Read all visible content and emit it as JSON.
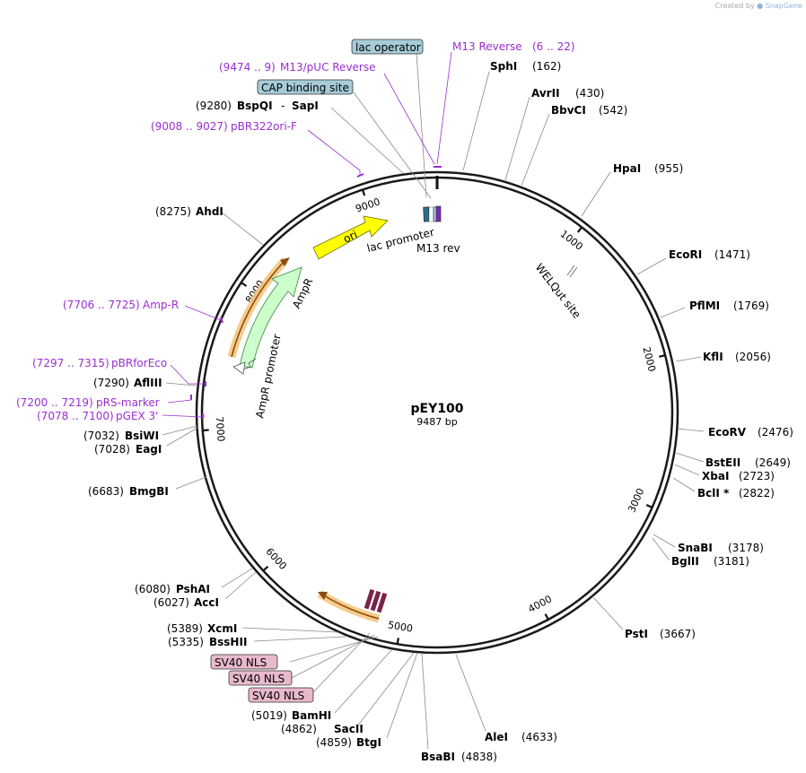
{
  "credit": {
    "prefix": "Created by",
    "brand": "SnapGene"
  },
  "plasmid": {
    "name": "pEY100",
    "size_label": "9487 bp",
    "length": 9487
  },
  "ticks": [
    1000,
    2000,
    3000,
    4000,
    5000,
    6000,
    7000,
    8000,
    9000
  ],
  "enzymes": [
    {
      "name": "SphI",
      "pos": "(162)",
      "bp": 162
    },
    {
      "name": "AvrII",
      "pos": "(430)",
      "bp": 430
    },
    {
      "name": "BbvCI",
      "pos": "(542)",
      "bp": 542
    },
    {
      "name": "HpaI",
      "pos": "(955)",
      "bp": 955
    },
    {
      "name": "EcoRI",
      "pos": "(1471)",
      "bp": 1471
    },
    {
      "name": "PflMI",
      "pos": "(1769)",
      "bp": 1769
    },
    {
      "name": "KflI",
      "pos": "(2056)",
      "bp": 2056
    },
    {
      "name": "EcoRV",
      "pos": "(2476)",
      "bp": 2476
    },
    {
      "name": "BstEII",
      "pos": "(2649)",
      "bp": 2649
    },
    {
      "name": "XbaI",
      "pos": "(2723)",
      "bp": 2723
    },
    {
      "name": "BclI *",
      "pos": "(2822)",
      "bp": 2822
    },
    {
      "name": "SnaBI",
      "pos": "(3178)",
      "bp": 3178
    },
    {
      "name": "BglII",
      "pos": "(3181)",
      "bp": 3181
    },
    {
      "name": "PstI",
      "pos": "(3667)",
      "bp": 3667
    },
    {
      "name": "AleI",
      "pos": "(4633)",
      "bp": 4633
    },
    {
      "name": "BsaBI",
      "pos": "(4838)",
      "bp": 4838
    },
    {
      "name": "BtgI",
      "pos": "(4859)",
      "bp": 4859
    },
    {
      "name": "SacII",
      "pos": "(4862)",
      "bp": 4862
    },
    {
      "name": "BamHI",
      "pos": "(5019)",
      "bp": 5019
    },
    {
      "name": "BssHII",
      "pos": "(5335)",
      "bp": 5335
    },
    {
      "name": "XcmI",
      "pos": "(5389)",
      "bp": 5389
    },
    {
      "name": "AccI",
      "pos": "(6027)",
      "bp": 6027
    },
    {
      "name": "PshAI",
      "pos": "(6080)",
      "bp": 6080
    },
    {
      "name": "BmgBI",
      "pos": "(6683)",
      "bp": 6683
    },
    {
      "name": "EagI",
      "pos": "(7028)",
      "bp": 7028
    },
    {
      "name": "BsiWI",
      "pos": "(7032)",
      "bp": 7032
    },
    {
      "name": "AflIII",
      "pos": "(7290)",
      "bp": 7290
    },
    {
      "name": "AhdI",
      "pos": "(8275)",
      "bp": 8275
    },
    {
      "name": "BspQI",
      "sep": "-",
      "name2": "SapI",
      "pos": "(9280)",
      "bp": 9280
    }
  ],
  "primers": [
    {
      "name": "M13 Reverse",
      "range": "(6 .. 22)"
    },
    {
      "name": "M13/pUC Reverse",
      "range": "(9474 .. 9)"
    },
    {
      "name": "pBR322ori-F",
      "range": "(9008 .. 9027)"
    },
    {
      "name": "Amp-R",
      "range": "(7706 .. 7725)"
    },
    {
      "name": "pBRforEco",
      "range": "(7297 .. 7315)"
    },
    {
      "name": "pRS-marker",
      "range": "(7200 .. 7219)"
    },
    {
      "name": "pGEX 3'",
      "range": "(7078 .. 7100)"
    }
  ],
  "callout_boxes": [
    {
      "label": "lac operator",
      "color": "#a6ccd8"
    },
    {
      "label": "CAP binding site",
      "color": "#a6ccd8"
    },
    {
      "label": "SV40 NLS",
      "color": "#e8b8cc"
    },
    {
      "label": "SV40 NLS",
      "color": "#e8b8cc"
    },
    {
      "label": "SV40 NLS",
      "color": "#e8b8cc"
    }
  ],
  "features": {
    "ori": "ori",
    "ampr": "AmpR",
    "ampr_promoter": "AmpR promoter",
    "lac_promoter": "lac promoter",
    "m13_rev": "M13 rev",
    "welqut": "WELQut site"
  },
  "colors": {
    "backbone": "#1a1a1a",
    "primer": "#9a2fd0",
    "ori": "#ffff00",
    "ampr": "#ccffcc",
    "orf_highlight": "#f5c77e",
    "orf_arrow": "#8a4b12",
    "sv40": "#7a2448",
    "promoter": "#ffffff"
  }
}
